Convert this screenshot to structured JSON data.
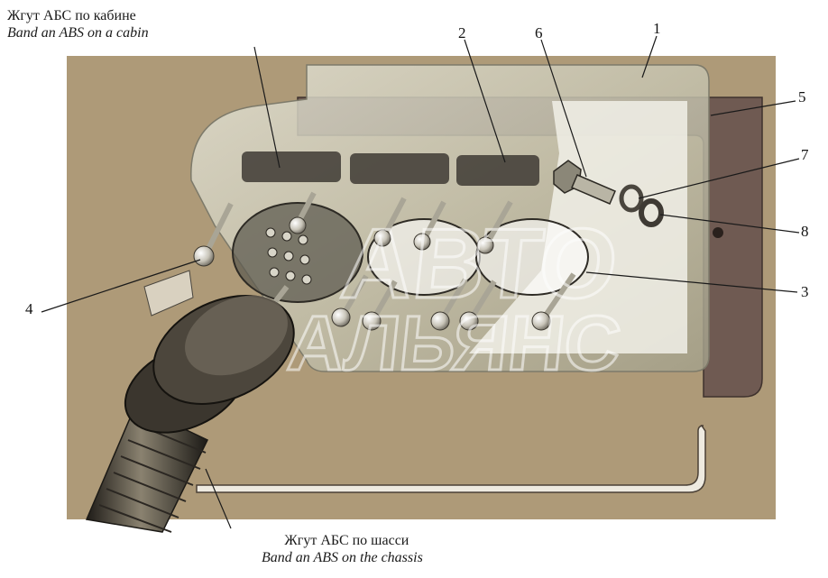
{
  "captions": {
    "cabin_ru": "Жгут АБС по кабине",
    "cabin_en": "Band an ABS on a cabin",
    "chassis_ru": "Жгут АБС по шасси",
    "chassis_en": "Band an ABS on the chassis"
  },
  "callouts": [
    "1",
    "2",
    "3",
    "4",
    "5",
    "6",
    "7",
    "8"
  ],
  "watermark": "АВТО АЛЬЯНС",
  "colors": {
    "background_panel": "#ae9a78",
    "frame": "#6f5a52",
    "housing": "#c9c7b5",
    "connector_dark": "#2e2a24",
    "leader_line": "#1a1a1a"
  }
}
